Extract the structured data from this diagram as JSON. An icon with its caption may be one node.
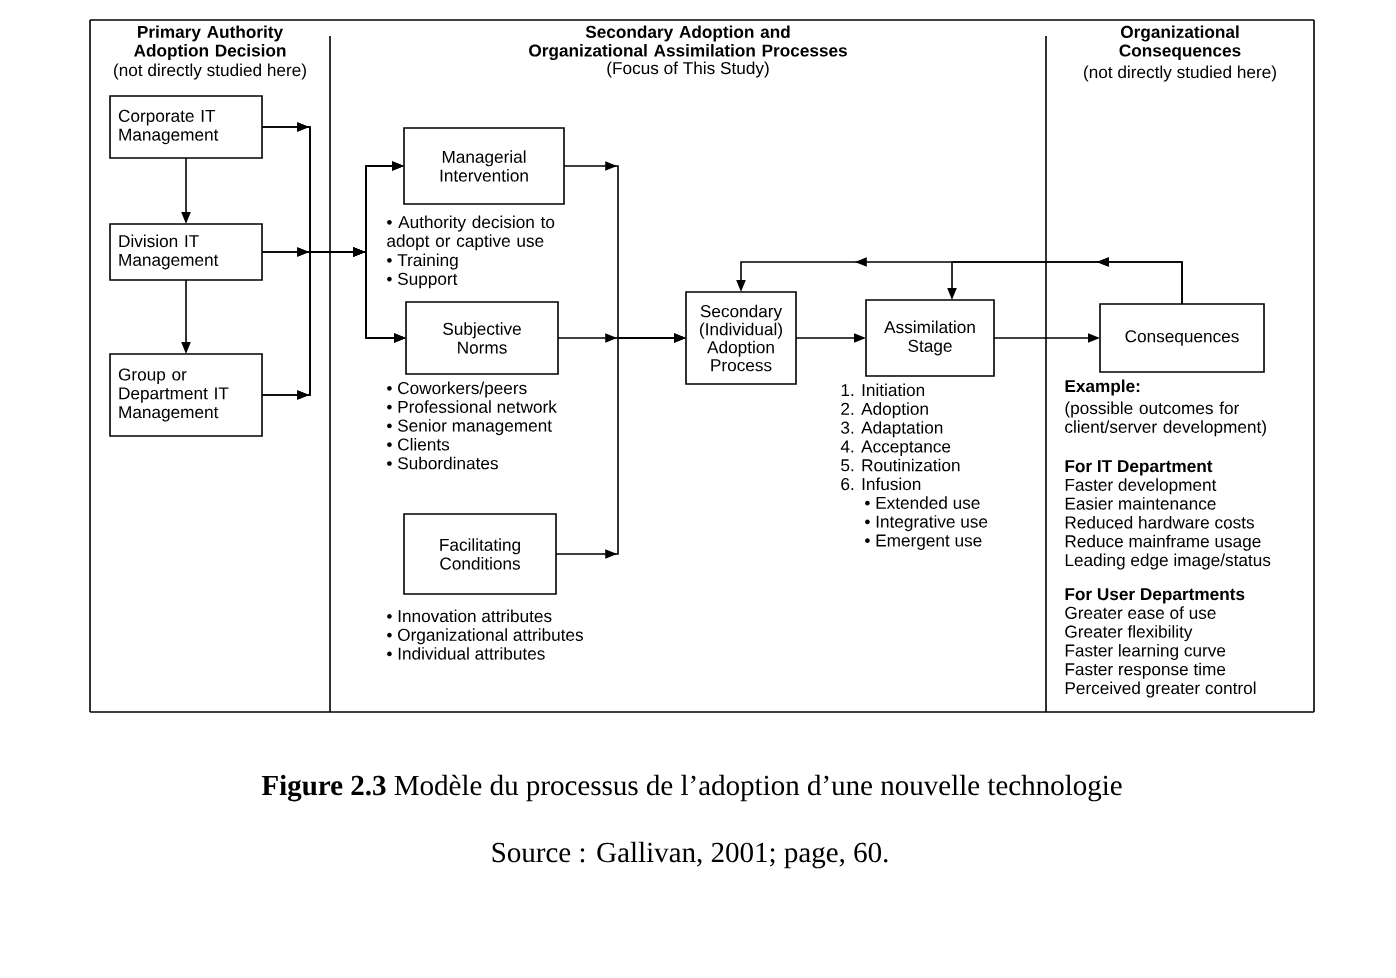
{
  "diagram": {
    "caption": "**Figure 2.3** Modèle du processus de l’adoption d’une nouvelle technologie",
    "nodes": [
      {
        "text": [
          "Primary Authority Adoption Decision",
          "(not directly studied here)"
        ]
      },
      {
        "text": [
          "Corporate IT Management"
        ],
        "in": 0
      },
      {
        "text": [
          "Division IT Management"
        ],
        "in": 0
      },
      {
        "text": [
          "Group or Department IT Management"
        ],
        "in": 0
      },
      {
        "text": [
          "Secondary Adoption and Organizational Assimilation Processes",
          "(Focus of This Study)"
        ]
      },
      {
        "text": [
          "Managerial Intervention"
        ],
        "in": 4,
        "beside": [
          "• Authority decision to adopt or captive use",
          "• Training",
          "• Support"
        ]
      },
      {
        "text": [
          "Subjective Norms"
        ],
        "in": 4,
        "beside": [
          "• Coworkers/peers",
          "• Professional network",
          "• Senior management",
          "• Clients",
          "• Subordinates"
        ]
      },
      {
        "text": [
          "Facilitating Conditions"
        ],
        "in": 4,
        "beside": [
          "• Innovation attributes",
          "• Organizational attributes",
          "• Individual attributes"
        ]
      },
      {
        "text": [
          "Secondary (Individual) Adoption Process"
        ],
        "in": 4
      },
      {
        "text": [
          "Assimilation Stage"
        ],
        "in": 4,
        "beside": [
          "1. Initiation",
          "2. Adoption",
          "3. Adaptation",
          "4. Acceptance",
          "5. Routinization",
          "6. Infusion",
          "• Extended use",
          "• Integrative use",
          "• Emergent use"
        ]
      },
      {
        "text": [
          "Organizational Consequences",
          "(not directly studied here)"
        ]
      },
      {
        "text": [
          "Consequences"
        ],
        "in": 10,
        "beside": [
          "Example:",
          "(possible outcomes for client/server development)",
          "For IT Department",
          "Faster development",
          "Easier maintenance",
          "Reduced hardware costs",
          "Reduce mainframe usage",
          "Leading edge image/status",
          "For User Departments",
          "Greater ease of use",
          "Greater flexibility",
          "Faster learning curve",
          "Faster response time",
          "Perceived greater control"
        ]
      }
    ],
    "edges": [
      {
        "from": 1,
        "to": 2,
        "arrow": "to"
      },
      {
        "from": 2,
        "to": 3,
        "arrow": "to"
      },
      {
        "from": 1,
        "to": 5,
        "arrow": "to"
      },
      {
        "from": 1,
        "to": 6,
        "arrow": "to"
      },
      {
        "from": 2,
        "to": 5,
        "arrow": "to"
      },
      {
        "from": 2,
        "to": 6,
        "arrow": "to"
      },
      {
        "from": 3,
        "to": 5,
        "arrow": "to"
      },
      {
        "from": 3,
        "to": 6,
        "arrow": "to"
      },
      {
        "from": 5,
        "to": 8,
        "arrow": "to"
      },
      {
        "from": 6,
        "to": 8,
        "arrow": "to"
      },
      {
        "from": 7,
        "to": 8,
        "arrow": "to"
      },
      {
        "from": 8,
        "to": 9,
        "arrow": "to"
      },
      {
        "from": 9,
        "to": 11,
        "arrow": "to"
      },
      {
        "from": 11,
        "to": 8,
        "arrow": "to"
      },
      {
        "from": 11,
        "to": 9,
        "arrow": "to"
      }
    ],
    "labels": [
      "Source : Gallivan, 2001; page, 60."
    ]
  }
}
